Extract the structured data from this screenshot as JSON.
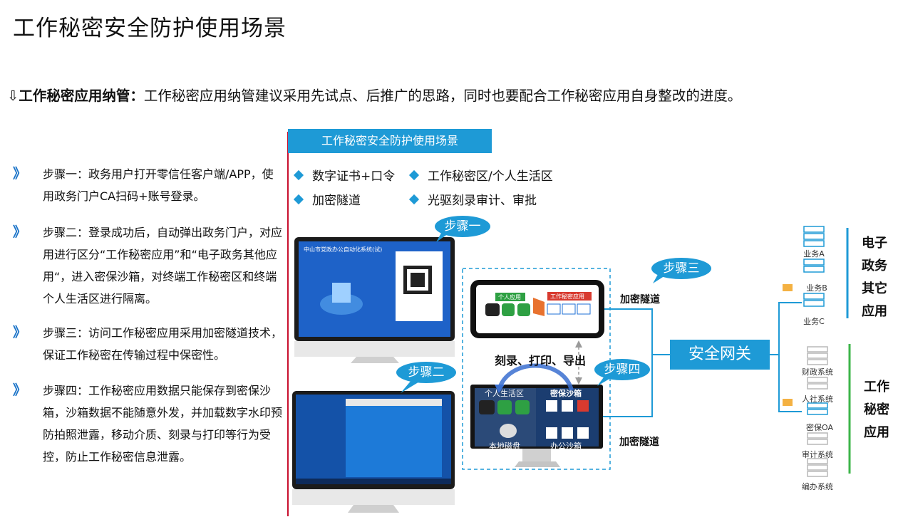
{
  "title": "工作秘密安全防护使用场景",
  "intro": {
    "arrow": "⇩",
    "bold": "工作秘密应用纳管：",
    "text": "工作秘密应用纳管建议采用先试点、后推广的思路，同时也要配合工作秘密应用自身整改的进度。"
  },
  "steps": [
    {
      "marker": "》",
      "text": "步骤一：政务用户打开零信任客户端/APP，使用政务门户CA扫码+账号登录。"
    },
    {
      "marker": "》",
      "text": "步骤二：登录成功后，自动弹出政务门户，对应用进行区分“工作秘密应用”和“电子政务其他应用“，进入密保沙箱，对终端工作秘密区和终端个人生活区进行隔离。"
    },
    {
      "marker": "》",
      "text": "步骤三：访问工作秘密应用采用加密隧道技术，保证工作秘密在传输过程中保密性。"
    },
    {
      "marker": "》",
      "text": "步骤四：工作秘密应用数据只能保存到密保沙箱，沙箱数据不能随意外发，并加载数字水印预防拍照泄露，移动介质、刻录与打印等行为受控，防止工作秘密信息泄露。"
    }
  ],
  "panel": {
    "banner": "工作秘密安全防护使用场景",
    "bullets": [
      "数字证书+口令",
      "工作秘密区/个人生活区",
      "加密隧道",
      "光驱刻录审计、审批"
    ]
  },
  "callouts": {
    "step1": "步骤一",
    "step2": "步骤二",
    "step3": "步骤三",
    "step4": "步骤四"
  },
  "monitor1": {
    "screen_title": "中山市党政办公自动化系统(试)"
  },
  "phone": {
    "personal": "个人应用",
    "secret": "工作秘密应用"
  },
  "laptop": {
    "personal": "个人生活区",
    "sandbox": "密保沙箱",
    "local_disk": "本地磁盘",
    "office_sandbox": "办公沙箱"
  },
  "labels": {
    "tunnel_top": "加密隧道",
    "tunnel_bottom": "加密隧道",
    "actions": "刻录、打印、导出",
    "gateway": "安全网关"
  },
  "servers_top": [
    "业务A",
    "业务B",
    "业务C"
  ],
  "servers_bottom": [
    "财政系统",
    "人社系统",
    "密保OA",
    "审计系统",
    "编办系统"
  ],
  "categories": {
    "top": [
      "电子",
      "政务",
      "其它",
      "应用"
    ],
    "bottom": [
      "工作",
      "秘密",
      "应用"
    ]
  },
  "colors": {
    "accent": "#1e9ad6",
    "chevron": "#1a73c8",
    "red_line": "#c8102e",
    "bar_blue": "#1e9ad6",
    "bar_green": "#3db54a"
  }
}
